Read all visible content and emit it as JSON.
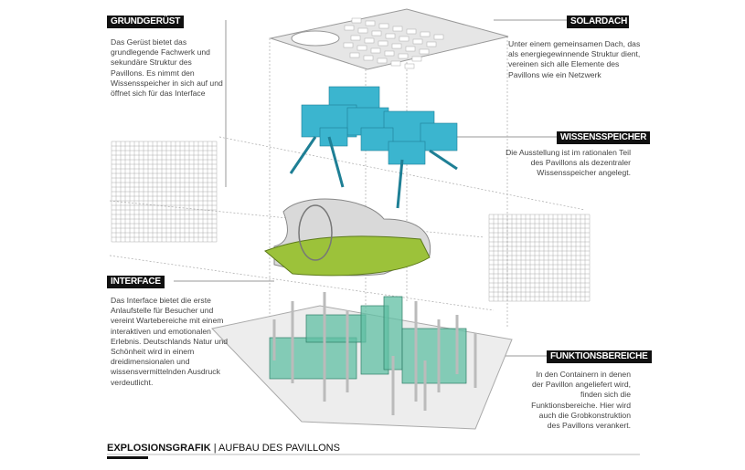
{
  "sections": {
    "grundgeruest": {
      "title": "GRUNDGERÜST",
      "text": "Das Gerüst bietet das grundlegende Fachwerk und sekundäre Struktur des Pavillons. Es nimmt den Wissensspeicher in sich auf und öffnet sich für das Interface"
    },
    "solardach": {
      "title": "SOLARDACH",
      "text": "Unter einem gemeinsamen Dach, das als energiegewinnende Struktur dient, vereinen sich alle Elemente des Pavillons wie ein Netzwerk"
    },
    "wissensspeicher": {
      "title": "WISSENSSPEICHER",
      "text": "Die Ausstellung ist im rationalen Teil des Pavillons als dezentraler Wissensspeicher angelegt."
    },
    "interface": {
      "title": "INTERFACE",
      "text": "Das Interface bietet die erste Anlaufstelle für Besucher und vereint Wartebereiche mit einem interaktiven und emotionalen Erlebnis. Deutschlands Natur und Schönheit wird in einem dreidimensionalen und wissensvermittelnden Ausdruck verdeutlicht."
    },
    "funktionsbereiche": {
      "title": "FUNKTIONSBEREICHE",
      "text": "In den Containern in denen der Pavillon angeliefert wird, finden sich die Funktionsbereiche. Hier wird auch die Grobkonstruktion des Pavillons verankert."
    }
  },
  "footer": {
    "title": "EXPLOSIONSGRAFIK",
    "subtitle": "| AUFBAU DES PAVILLONS"
  },
  "colors": {
    "cyan": "#3bb5cf",
    "green": "#9cc23a",
    "teal": "#5fbfa3",
    "label": "#111111"
  }
}
